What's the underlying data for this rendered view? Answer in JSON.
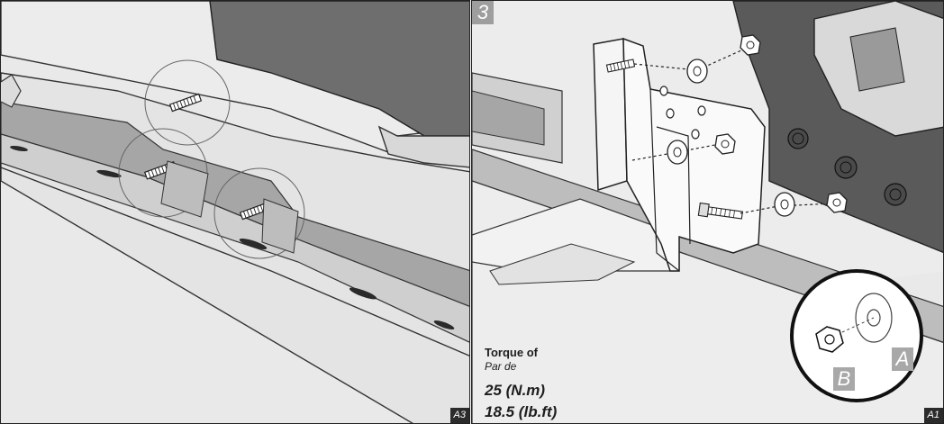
{
  "left_panel": {
    "tag": "A3"
  },
  "right_panel": {
    "step": "3",
    "tag": "A1",
    "callout_labels": {
      "a": "A",
      "b": "B"
    },
    "torque": {
      "label_en": "Torque of",
      "label_fr": "Par de",
      "value_metric": "25 (N.m)",
      "value_imperial": "18.5 (lb.ft)"
    }
  },
  "colors": {
    "background": "#e9e9e9",
    "line": "#333333",
    "tag_bg": "#2b2b2b",
    "letter_bg": "#a8a8a8"
  }
}
